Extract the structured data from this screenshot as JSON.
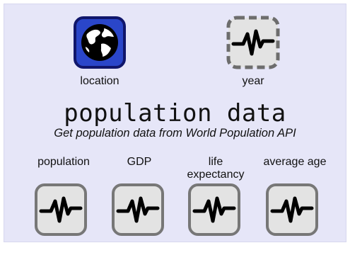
{
  "inputs": {
    "location": {
      "label": "location",
      "icon": "globe-icon",
      "accent": "#2a46c9"
    },
    "year": {
      "label": "year",
      "icon": "waveform-icon"
    }
  },
  "title": "population data",
  "subtitle": "Get population data from World Population API",
  "outputs": [
    {
      "label": "population",
      "icon": "waveform-icon"
    },
    {
      "label": "GDP",
      "icon": "waveform-icon"
    },
    {
      "label": "life expectancy",
      "icon": "waveform-icon"
    },
    {
      "label": "average age",
      "icon": "waveform-icon"
    }
  ],
  "colors": {
    "panel": "#e6e6f8",
    "node_fill": "#e3e3e3",
    "node_border": "#777777",
    "location_fill": "#2a46c9"
  }
}
